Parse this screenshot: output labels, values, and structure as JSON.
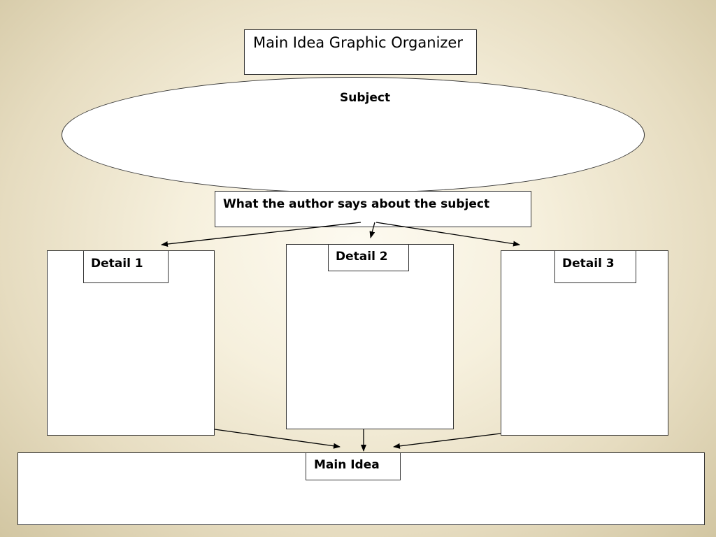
{
  "title": "Main Idea Graphic Organizer",
  "subject": {
    "label": "Subject"
  },
  "author_says": {
    "label": "What the author says about the subject"
  },
  "details": [
    {
      "label": "Detail 1"
    },
    {
      "label": "Detail 2"
    },
    {
      "label": "Detail 3"
    }
  ],
  "main_idea": {
    "label": "Main Idea"
  },
  "colors": {
    "border": "#333333",
    "box_fill": "#ffffff",
    "background": "#e6dcc0"
  }
}
